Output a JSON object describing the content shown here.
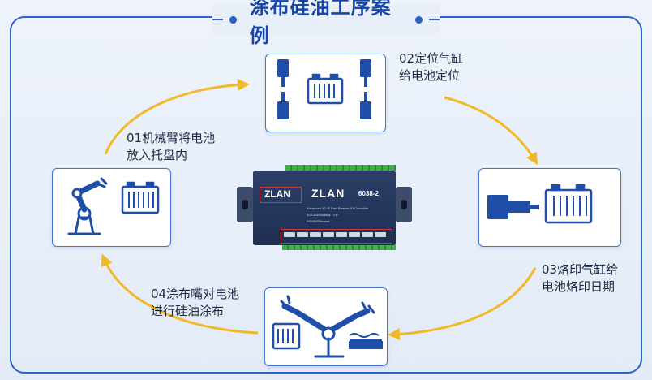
{
  "title": "涂布硅油工序案例",
  "steps": [
    {
      "id": "01",
      "text": "01机械臂将电池\n放入托盘内"
    },
    {
      "id": "02",
      "text": "02定位气缸\n给电池定位"
    },
    {
      "id": "03",
      "text": "03烙印气缸给\n电池烙印日期"
    },
    {
      "id": "04",
      "text": "04涂布嘴对电池\n进行硅油涂布"
    }
  ],
  "device": {
    "brand": "ZLAN",
    "model": "6038-2",
    "line1": "Advanced 4G IE Port Remote IO Controller",
    "line2": "4G/LAN/Modbus TCP",
    "line3": "RS485/Ethernet"
  },
  "colors": {
    "frame": "#2a62c7",
    "title": "#1746a8",
    "arrow": "#f0b92a",
    "icon": "#1f4fa8"
  }
}
